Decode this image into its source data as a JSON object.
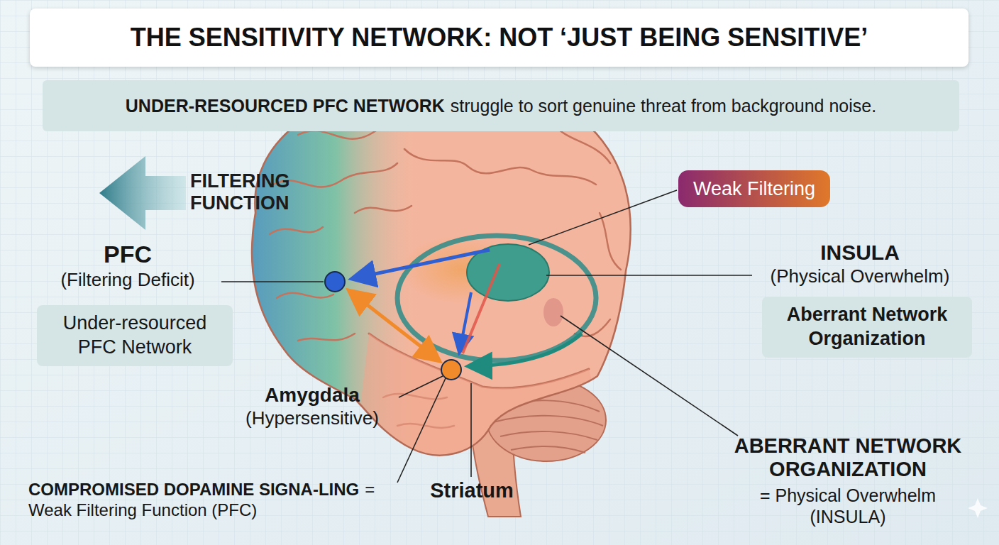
{
  "diagram": {
    "title": "THE SENSITIVITY NETWORK: NOT ‘JUST BEING SENSITIVE’",
    "nodes": [
      {
        "text": [
          "UNDER-RESOURCED PFC NETWORK",
          "struggle to sort genuine threat from background noise."
        ]
      },
      {
        "text": [
          "Weak Filtering"
        ]
      },
      {
        "text": [
          "Under-resourced PFC Network"
        ]
      },
      {
        "text": [
          "Aberrant Network Organization"
        ]
      }
    ],
    "labels": [
      "FILTERING FUNCTION",
      "PFC",
      "(Filtering Deficit)",
      "INSULA",
      "(Physical Overwhelm)",
      "Amygdala",
      "(Hypersensitive)",
      "COMPROMISED DOPAMINE SIGNA-LING",
      "= Weak Filtering Function (PFC)",
      "Striatum",
      "ABERRANT NETWORK ORGANIZATION",
      "= Physical Overwhelm (INSULA)"
    ]
  }
}
